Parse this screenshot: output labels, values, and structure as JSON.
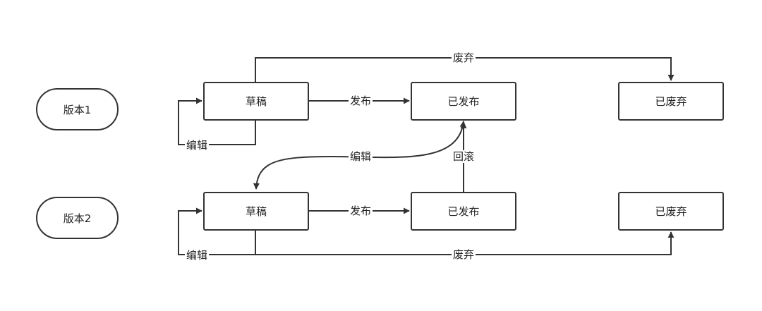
{
  "colors": {
    "stroke": "#333333",
    "text": "#222222",
    "background": "#ffffff"
  },
  "versions": [
    {
      "label": "版本1"
    },
    {
      "label": "版本2"
    }
  ],
  "row1": {
    "draft": "草稿",
    "published": "已发布",
    "deprecated": "已废弃",
    "edit_loop": "编辑",
    "publish_edge": "发布",
    "deprecate_edge": "废弃"
  },
  "row2": {
    "draft": "草稿",
    "published": "已发布",
    "deprecated": "已废弃",
    "edit_loop": "编辑",
    "publish_edge": "发布",
    "deprecate_edge": "废弃"
  },
  "cross": {
    "edit_edge": "编辑",
    "rollback_edge": "回滚"
  }
}
